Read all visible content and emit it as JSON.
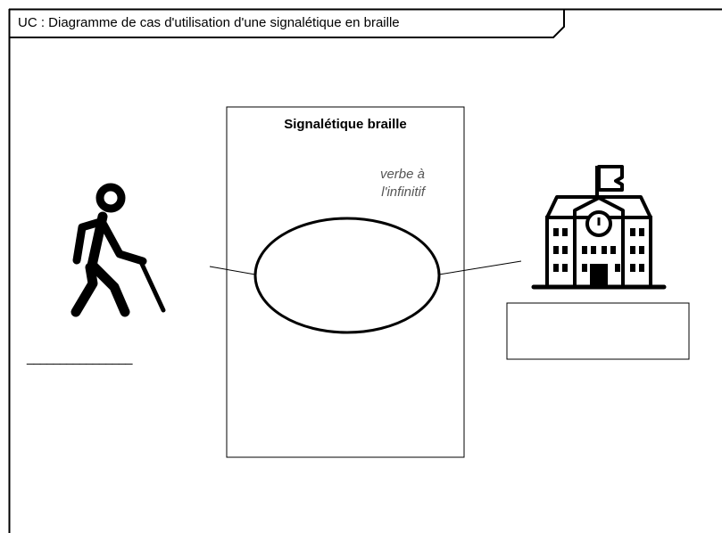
{
  "frame": {
    "label": "UC : Diagramme de cas d'utilisation d'une signalétique en braille"
  },
  "system": {
    "title": "Signalétique braille"
  },
  "use_case": {
    "hint": "verbe à l'infinitif",
    "name": ""
  },
  "actors": {
    "left": {
      "icon": "walking-person-with-cane-icon",
      "name_placeholder": "________________"
    },
    "right": {
      "icon": "school-building-icon",
      "name": ""
    }
  },
  "colors": {
    "stroke": "#000000",
    "background": "#ffffff",
    "hint_text": "#555555"
  }
}
